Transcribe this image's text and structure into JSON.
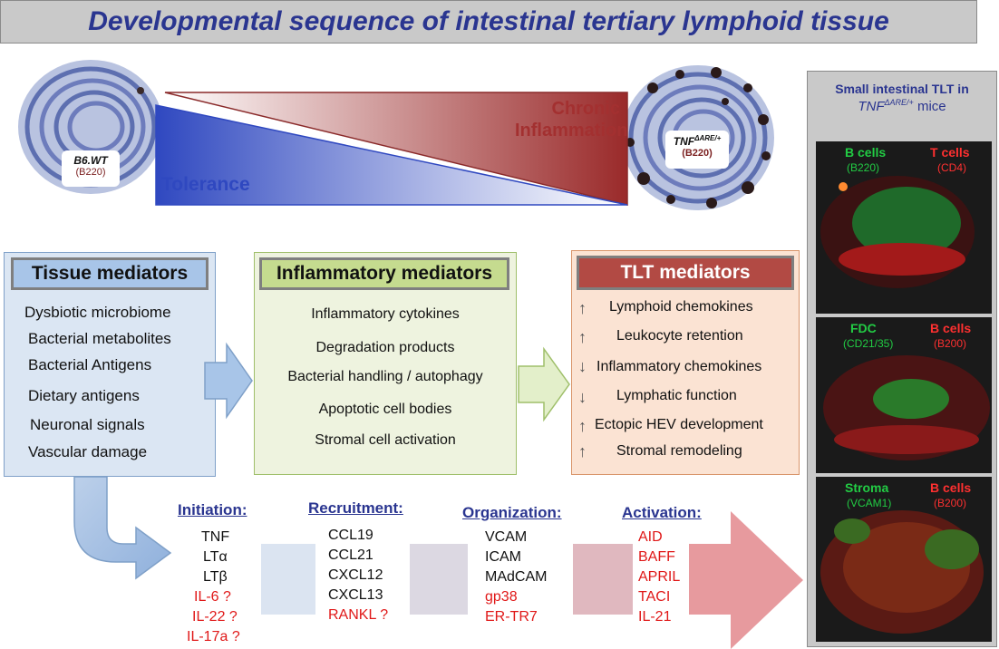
{
  "title": "Developmental sequence of intestinal tertiary lymphoid tissue",
  "top": {
    "left_label": "B6.WT",
    "left_sub": "(B220)",
    "right_label": "TNF",
    "right_label_sup": "ΔARE/+",
    "right_sub": "(B220)",
    "tolerance": "Tolerance",
    "chronic_line1": "Chronic",
    "chronic_line2": "Inflammation"
  },
  "tissue": {
    "title": "Tissue mediators",
    "items": [
      "Dysbiotic microbiome",
      "Bacterial metabolites",
      "Bacterial Antigens",
      "Dietary antigens",
      "Neuronal signals",
      "Vascular damage"
    ]
  },
  "inflammatory": {
    "title": "Inflammatory mediators",
    "items": [
      "Inflammatory cytokines",
      "Degradation products",
      "Bacterial handling / autophagy",
      "Apoptotic cell bodies",
      "Stromal cell activation"
    ]
  },
  "tlt": {
    "title": "TLT mediators",
    "items": [
      "Lymphoid chemokines",
      "Leukocyte retention",
      "Inflammatory chemokines",
      "Lymphatic function",
      "Ectopic HEV development",
      "Stromal remodeling"
    ],
    "arrows": [
      "↑",
      "↑",
      "↓",
      "↓",
      "↑",
      "↑"
    ]
  },
  "stages": {
    "initiation": {
      "title": "Initiation:",
      "black": [
        "TNF",
        "LTα",
        "LTβ"
      ],
      "red": [
        "IL-6 ?",
        "IL-22 ?",
        "IL-17a ?"
      ]
    },
    "recruitment": {
      "title": "Recruitment:",
      "black": [
        "CCL19",
        "CCL21",
        "CXCL12",
        "CXCL13"
      ],
      "red": [
        "RANKL ?"
      ]
    },
    "organization": {
      "title": "Organization:",
      "black": [
        "VCAM",
        "ICAM",
        "MAdCAM"
      ],
      "red": [
        "gp38",
        "ER-TR7"
      ]
    },
    "activation": {
      "title": "Activation:",
      "black": [],
      "red": [
        "AID",
        "BAFF",
        "APRIL",
        "TACI",
        "IL-21"
      ]
    }
  },
  "panel": {
    "title_line1": "Small intestinal TLT in",
    "title_line2_main": "TNF",
    "title_line2_sup": "ΔARE/+",
    "title_line2_rest": " mice",
    "images": [
      {
        "left": "B cells",
        "left_sub": "(B220)",
        "right": "T cells",
        "right_sub": "(CD4)"
      },
      {
        "left": "FDC",
        "left_sub": "(CD21/35)",
        "right": "B cells",
        "right_sub": "(B200)"
      },
      {
        "left": "Stroma",
        "left_sub": "(VCAM1)",
        "right": "B cells",
        "right_sub": "(B200)"
      }
    ]
  },
  "colors": {
    "title_text": "#2a3590",
    "tissue_box": "#dbe6f3",
    "tissue_head": "#a8c5e8",
    "inflammatory_box": "#eef3df",
    "inflammatory_head": "#c5db8f",
    "tlt_box": "#fbe3d3",
    "tlt_head": "#b24a44",
    "tolerance": "#2f48c0",
    "inflammation": "#a33030",
    "label_green": "#22cc44",
    "label_red": "#ff3030"
  }
}
